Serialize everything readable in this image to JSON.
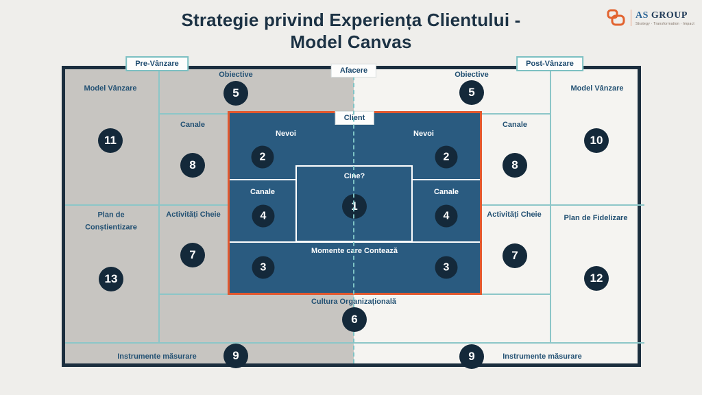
{
  "title": {
    "line1": "Strategie privind Experiența Clientului -",
    "line2": "Model Canvas"
  },
  "logo": {
    "name_primary": "AS",
    "name_secondary": "GROUP",
    "tagline": "Strategy · Transformation · Impact"
  },
  "tabs": {
    "pre_vanzare": "Pre-Vânzare",
    "afacere": "Afacere",
    "post_vanzare": "Post-Vânzare",
    "client": "Client"
  },
  "cells": {
    "model_vanzare_left": {
      "label": "Model Vânzare",
      "number": "11"
    },
    "obiective_left": {
      "label": "Obiective",
      "number": "5"
    },
    "canale_left": {
      "label": "Canale",
      "number": "8"
    },
    "activitati_left": {
      "label": "Activități Cheie",
      "number": "7"
    },
    "plan_constientizare": {
      "label": "Plan de Conștientizare",
      "number": "13"
    },
    "obiective_right": {
      "label": "Obiective",
      "number": "5"
    },
    "canale_right": {
      "label": "Canale",
      "number": "8"
    },
    "activitati_right": {
      "label": "Activități Cheie",
      "number": "7"
    },
    "model_vanzare_right": {
      "label": "Model Vânzare",
      "number": "10"
    },
    "plan_fidelizare": {
      "label": "Plan de Fidelizare",
      "number": "12"
    },
    "cultura": {
      "label": "Cultura Organizațională",
      "number": "6"
    },
    "instrumente_left": {
      "label": "Instrumente măsurare",
      "number": "9"
    },
    "instrumente_right": {
      "label": "Instrumente măsurare",
      "number": "9"
    }
  },
  "client_box": {
    "nevoi_left": {
      "label": "Nevoi",
      "number": "2"
    },
    "nevoi_right": {
      "label": "Nevoi",
      "number": "2"
    },
    "cine": {
      "label": "Cine?",
      "number": "1"
    },
    "canale_left": {
      "label": "Canale",
      "number": "4"
    },
    "canale_right": {
      "label": "Canale",
      "number": "4"
    },
    "momente": {
      "label": "Momente care Contează",
      "number_left": "3",
      "number_right": "3"
    }
  },
  "colors": {
    "accent_orange": "#e2582e",
    "client_blue": "#2a5b80",
    "navy": "#14293a",
    "teal_line": "#8cc6c8",
    "gray_half": "#c7c5c1",
    "light_half": "#f5f4f1",
    "label_navy": "#235173"
  }
}
